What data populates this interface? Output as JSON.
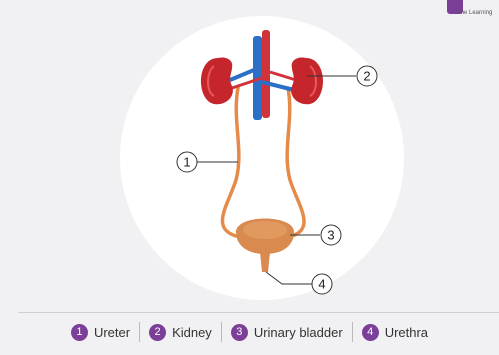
{
  "brand": {
    "text": "The Learning"
  },
  "callouts": [
    {
      "number": "1"
    },
    {
      "number": "2"
    },
    {
      "number": "3"
    },
    {
      "number": "4"
    }
  ],
  "legend": [
    {
      "number": "1",
      "label": "Ureter"
    },
    {
      "number": "2",
      "label": "Kidney"
    },
    {
      "number": "3",
      "label": "Urinary bladder"
    },
    {
      "number": "4",
      "label": "Urethra"
    }
  ],
  "colors": {
    "background": "#f1f1f3",
    "accent": "#7b3f98",
    "kidney": "#c5262c",
    "vein": "#2b6fc7",
    "artery": "#d0343a",
    "ureter": "#e68a4a",
    "bladder": "#d98a4e"
  }
}
